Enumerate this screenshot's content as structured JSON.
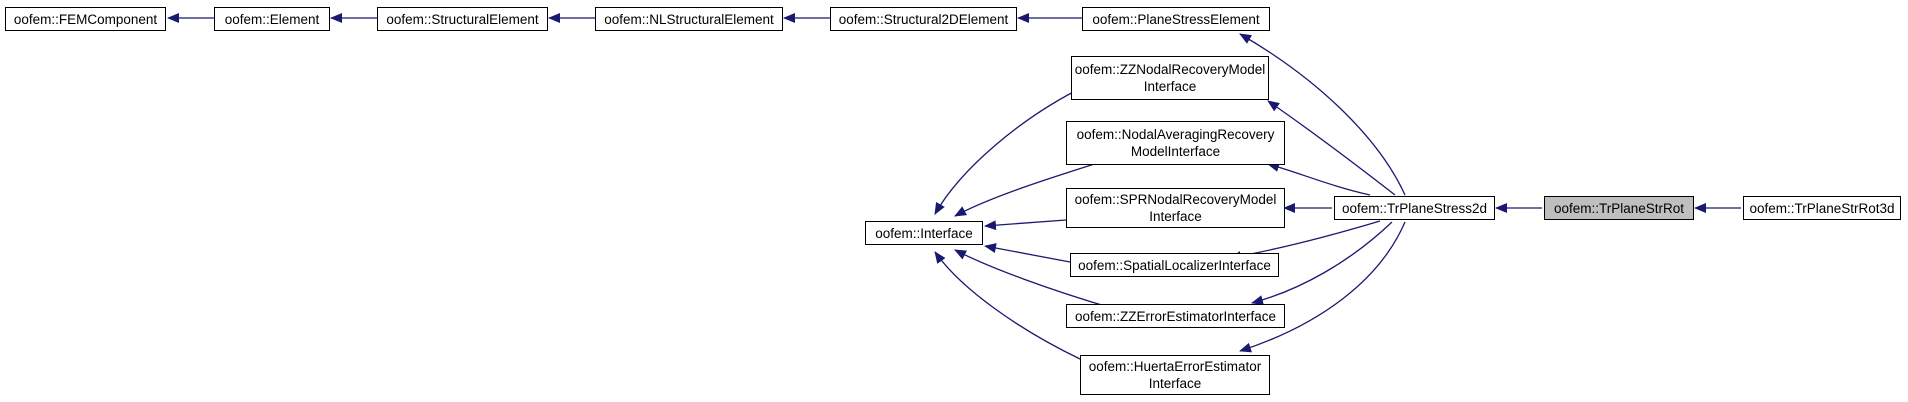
{
  "nodes": {
    "fem_component": "oofem::FEMComponent",
    "element": "oofem::Element",
    "structural_element": "oofem::StructuralElement",
    "nl_structural_element": "oofem::NLStructuralElement",
    "structural_2d_element": "oofem::Structural2DElement",
    "plane_stress_element": "oofem::PlaneStressElement",
    "zz_nodal_recovery": "oofem::ZZNodalRecoveryModel\nInterface",
    "nodal_averaging_recovery": "oofem::NodalAveragingRecovery\nModelInterface",
    "interface": "oofem::Interface",
    "spr_nodal_recovery": "oofem::SPRNodalRecoveryModel\nInterface",
    "spatial_localizer": "oofem::SpatialLocalizerInterface",
    "zz_error_estimator": "oofem::ZZErrorEstimatorInterface",
    "huerta_error_estimator": "oofem::HuertaErrorEstimator\nInterface",
    "tr_plane_stress_2d": "oofem::TrPlaneStress2d",
    "tr_plane_str_rot": "oofem::TrPlaneStrRot",
    "tr_plane_str_rot_3d": "oofem::TrPlaneStrRot3d"
  },
  "colors": {
    "edge": "#191970",
    "node_border": "#000000",
    "highlight_fill": "#bfbfbf"
  },
  "highlighted_node": "tr_plane_str_rot"
}
